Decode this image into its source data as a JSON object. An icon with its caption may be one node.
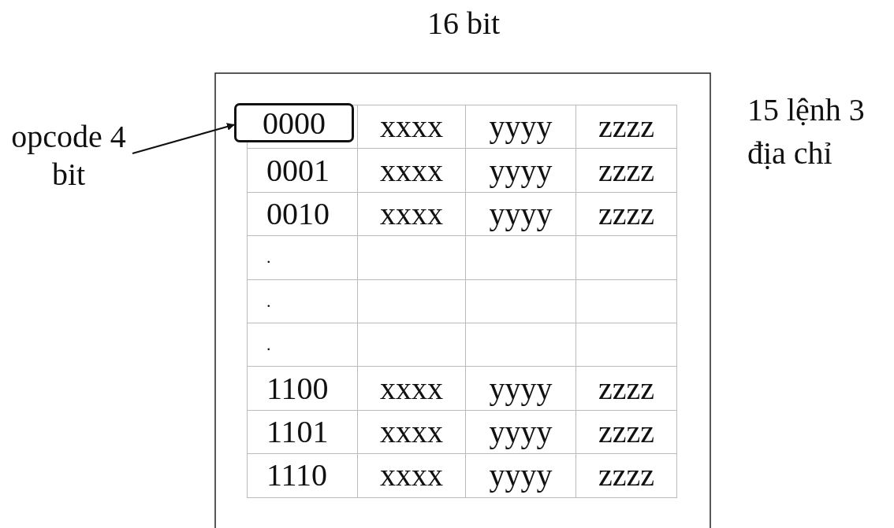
{
  "diagram": {
    "nodes": [
      {
        "text": [
          "opcode 4 bit"
        ]
      },
      {
        "text": [
          "0000"
        ]
      }
    ],
    "edges": [
      {
        "from": 0,
        "to": 1,
        "arrow": "to"
      }
    ],
    "labels": [
      "16 bit",
      "15 lệnh 3 địa chỉ",
      "xxxx",
      "yyyy",
      "zzzz",
      "0001",
      "xxxx",
      "yyyy",
      "zzzz",
      "0010",
      "xxxx",
      "yyyy",
      "zzzz",
      ".",
      ".",
      ".",
      "1100",
      "xxxx",
      "yyyy",
      "zzzz",
      "1101",
      "xxxx",
      "yyyy",
      "zzzz",
      "1110",
      "xxxx",
      "yyyy",
      "zzzz"
    ]
  }
}
